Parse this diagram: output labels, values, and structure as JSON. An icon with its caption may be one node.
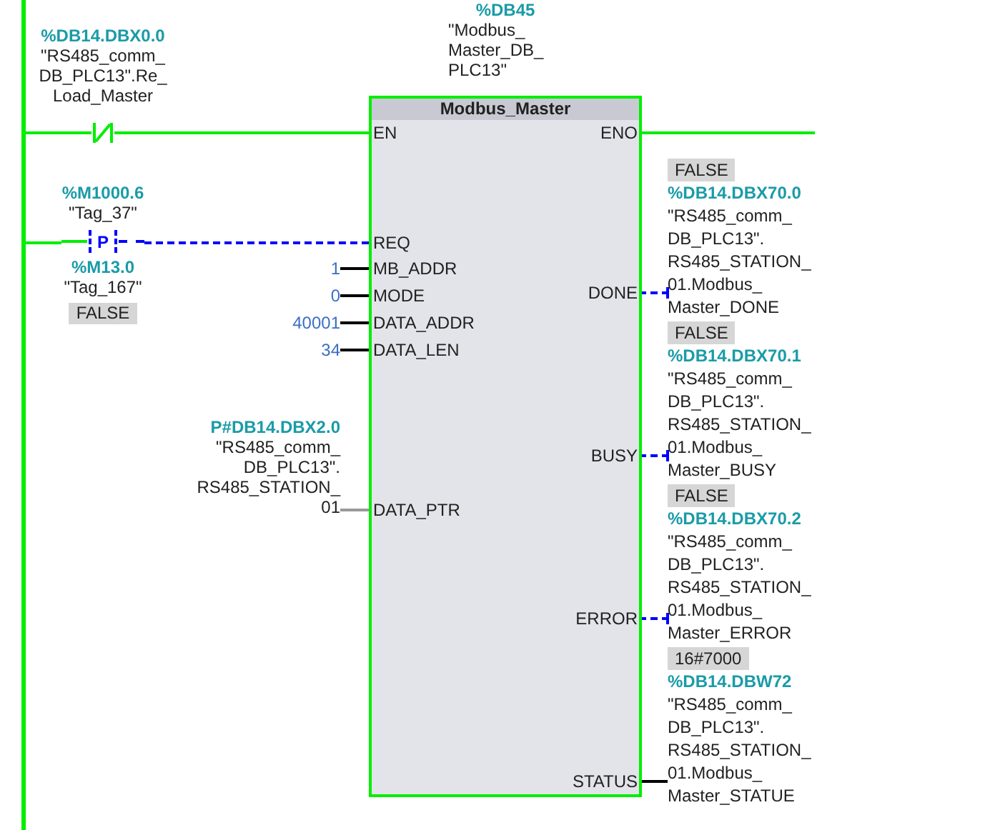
{
  "diagram": {
    "nodes": [
      {
        "text": [],
        "shape": "bar"
      },
      {
        "text": [
          "%DB14.DBX0.0",
          "\"RS485_comm_ DB_PLC13\".Re_ Load_Master"
        ]
      },
      {
        "text": [
          "%M1000.6",
          "\"Tag_37\"",
          "P",
          "%M13.0",
          "\"Tag_167\"",
          "FALSE"
        ]
      },
      {
        "text": [
          "%DB45",
          "\"Modbus_ Master_DB_ PLC13\"",
          "Modbus_Master"
        ]
      },
      {
        "text": [
          "EN"
        ],
        "in": 3
      },
      {
        "text": [
          "REQ"
        ],
        "in": 3
      },
      {
        "text": [
          "MB_ADDR"
        ],
        "in": 3
      },
      {
        "text": [
          "MODE"
        ],
        "in": 3
      },
      {
        "text": [
          "DATA_ADDR"
        ],
        "in": 3
      },
      {
        "text": [
          "DATA_LEN"
        ],
        "in": 3
      },
      {
        "text": [
          "DATA_PTR"
        ],
        "in": 3
      },
      {
        "text": [
          "ENO"
        ],
        "in": 3
      },
      {
        "text": [
          "DONE"
        ],
        "in": 3
      },
      {
        "text": [
          "BUSY"
        ],
        "in": 3
      },
      {
        "text": [
          "ERROR"
        ],
        "in": 3
      },
      {
        "text": [
          "STATUS"
        ],
        "in": 3
      },
      {
        "text": [
          "1"
        ]
      },
      {
        "text": [
          "0"
        ]
      },
      {
        "text": [
          "40001"
        ]
      },
      {
        "text": [
          "34"
        ]
      },
      {
        "text": [
          "P#DB14.DBX2.0",
          "\"RS485_comm_ DB_PLC13\". RS485_STATION_ 01"
        ]
      },
      {
        "text": [
          "FALSE",
          "%DB14.DBX70.0",
          "\"RS485_comm_ DB_PLC13\". RS485_STATION_ 01.Modbus_ Master_DONE"
        ]
      },
      {
        "text": [
          "FALSE",
          "%DB14.DBX70.1",
          "\"RS485_comm_ DB_PLC13\". RS485_STATION_ 01.Modbus_ Master_BUSY"
        ]
      },
      {
        "text": [
          "FALSE",
          "%DB14.DBX70.2",
          "\"RS485_comm_ DB_PLC13\". RS485_STATION_ 01.Modbus_ Master_ERROR"
        ]
      },
      {
        "text": [
          "16#7000",
          "%DB14.DBW72",
          "\"RS485_comm_ DB_PLC13\". RS485_STATION_ 01.Modbus_ Master_STATUE"
        ]
      }
    ],
    "edges": [
      {
        "from": 0,
        "to": 1,
        "arrow": "none",
        "color": "#00ee00"
      },
      {
        "from": 1,
        "to": 4,
        "arrow": "none",
        "color": "#00ee00"
      },
      {
        "from": 0,
        "to": 2,
        "arrow": "none",
        "color": "#00ee00"
      },
      {
        "from": 2,
        "to": 5,
        "arrow": "none",
        "style": "dashed",
        "color": "#0000ff"
      },
      {
        "from": 16,
        "to": 6,
        "arrow": "none"
      },
      {
        "from": 17,
        "to": 7,
        "arrow": "none"
      },
      {
        "from": 18,
        "to": 8,
        "arrow": "none"
      },
      {
        "from": 19,
        "to": 9,
        "arrow": "none"
      },
      {
        "from": 20,
        "to": 10,
        "arrow": "none",
        "color": "#999999"
      },
      {
        "from": 11,
        "to": null,
        "arrow": "none",
        "color": "#00ee00"
      },
      {
        "from": 12,
        "to": 21,
        "arrow": "other",
        "style": "dashed",
        "color": "#0000ff"
      },
      {
        "from": 13,
        "to": 22,
        "arrow": "other",
        "style": "dashed",
        "color": "#0000ff"
      },
      {
        "from": 14,
        "to": 23,
        "arrow": "other",
        "style": "dashed",
        "color": "#0000ff"
      },
      {
        "from": 15,
        "to": 24,
        "arrow": "none"
      }
    ]
  }
}
